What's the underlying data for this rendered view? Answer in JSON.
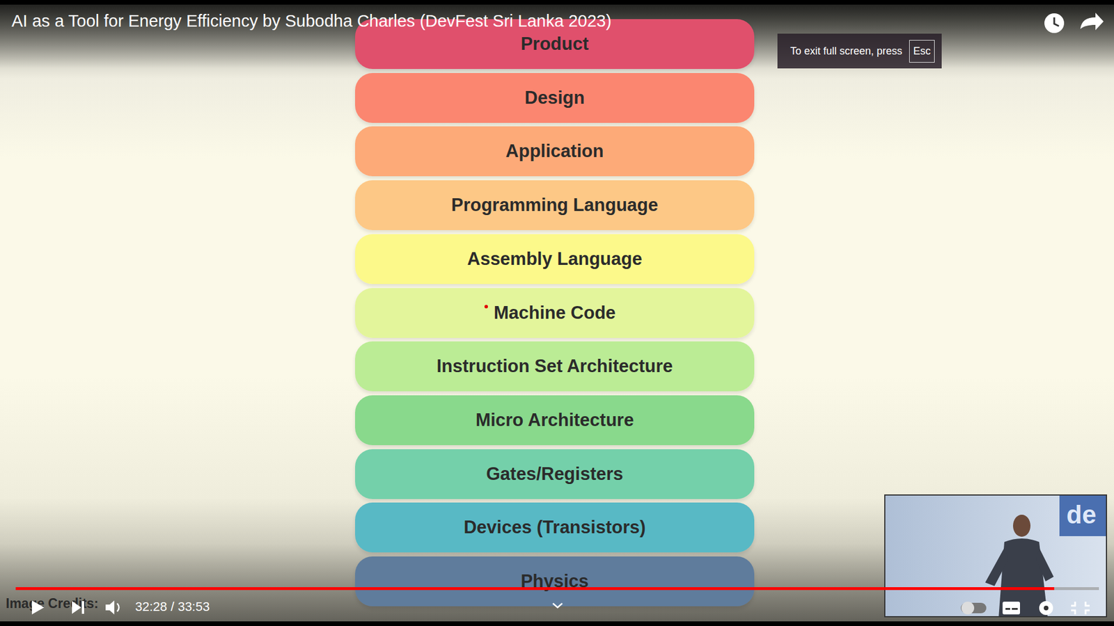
{
  "diagram": {
    "title": "AI as a Tool for Energy Efficiency by Subodha Charles (DevFest Sri Lanka 2023)",
    "nodes": [
      {
        "text": [
          "Product"
        ]
      },
      {
        "text": [
          "Design"
        ]
      },
      {
        "text": [
          "Application"
        ]
      },
      {
        "text": [
          "Programming Language"
        ]
      },
      {
        "text": [
          "Assembly Language"
        ]
      },
      {
        "text": [
          "Machine Code"
        ]
      },
      {
        "text": [
          "Instruction Set Architecture"
        ]
      },
      {
        "text": [
          "Micro Architecture"
        ]
      },
      {
        "text": [
          "Gates/Registers"
        ]
      },
      {
        "text": [
          "Devices (Transistors)"
        ]
      },
      {
        "text": [
          "Physics"
        ]
      }
    ],
    "edges": [],
    "labels": [
      "To exit full screen, press",
      "Esc",
      "Image Credits:",
      "32:28 / 33:53",
      "de"
    ]
  }
}
